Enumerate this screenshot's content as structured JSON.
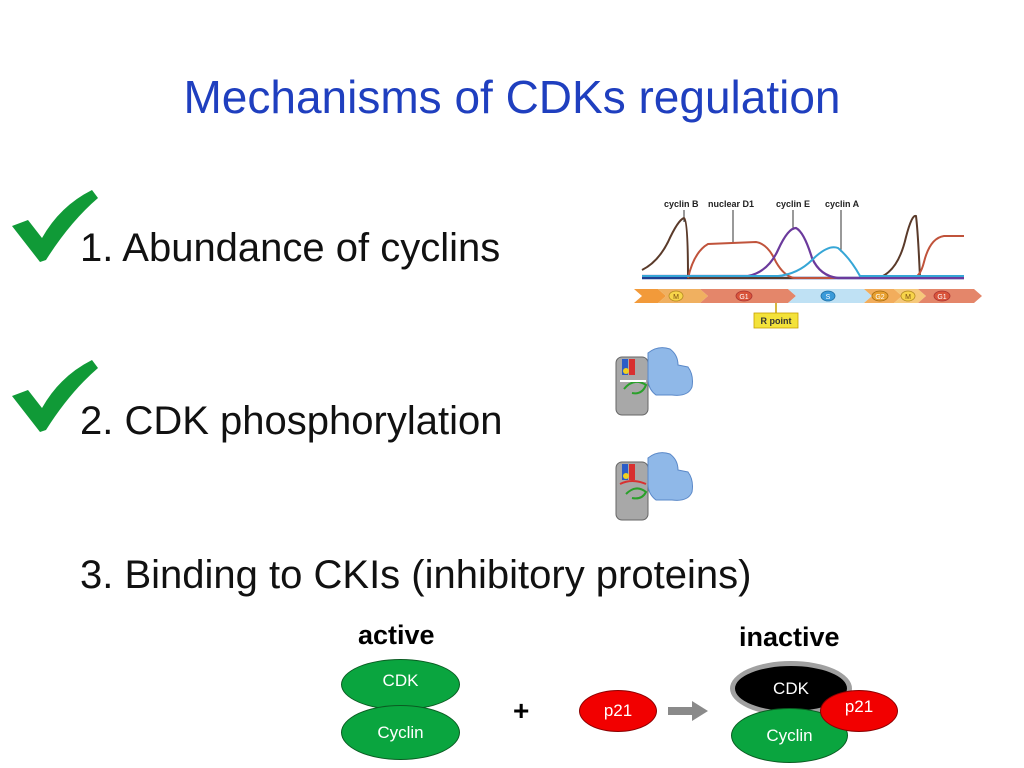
{
  "title": "Mechanisms of CDKs regulation",
  "items": [
    {
      "text": "1. Abundance of cyclins",
      "checked": true
    },
    {
      "text": "2. CDK phosphorylation",
      "checked": true
    },
    {
      "text": "3. Binding to CKIs (inhibitory  proteins)",
      "checked": false
    }
  ],
  "cycle_figure": {
    "cyclin_labels": [
      "cyclin B",
      "nuclear D1",
      "cyclin E",
      "cyclin A"
    ],
    "phases": [
      "M",
      "G1",
      "S",
      "G2",
      "M",
      "G1"
    ],
    "restriction_point": "R point"
  },
  "binding_diagram": {
    "active_label": "active",
    "inactive_label": "inactive",
    "cdk": "CDK",
    "cyclin": "Cyclin",
    "p21": "p21",
    "plus": "+"
  },
  "colors": {
    "title": "#1f3fbf",
    "check": "#109a37",
    "green": "#0aa53f",
    "red": "#f20000",
    "cyclin_b": "#5a3a2a",
    "cyclin_d1": "#c0533b",
    "cyclin_e": "#6b3a9c",
    "cyclin_a": "#36a6d6"
  }
}
